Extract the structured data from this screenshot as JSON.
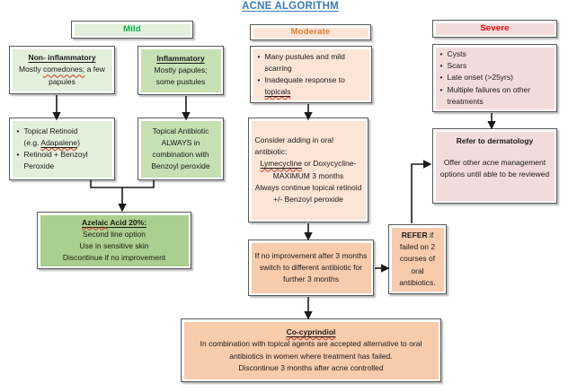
{
  "title": "ACNE ALGORITHM",
  "colors": {
    "title_blue": "#3a7cbe",
    "mild_accent": "#00b050",
    "moderate_accent": "#ed7d31",
    "severe_accent": "#ff0000",
    "green_light": "#e2efda",
    "green_mid": "#c6e0b4",
    "green_deep": "#a9d08e",
    "orange_light": "#fce4d6",
    "orange_mid": "#f8cbad",
    "pink_light": "#f2dcdb",
    "border_gray": "#595959"
  },
  "mild": {
    "header": "Mild",
    "non_inflammatory": {
      "title": "Non- inflammatory",
      "body_pre": "Mostly ",
      "body_word": "comedones;",
      "body_post": " a few papules"
    },
    "inflammatory": {
      "title": "Inflammatory",
      "body": "Mostly papules; some pustules"
    },
    "topical_retinoid": {
      "item1_line1": "Topical Retinoid",
      "item1_pre": "(e.g. ",
      "item1_word": "Adapalene",
      "item1_post": ")",
      "item2": "Retinoid + Benzoyl Peroxide"
    },
    "topical_antibiotic": {
      "body": "Topical Antibiotic ALWAYS in combination with Benzoyl peroxide"
    },
    "azelaic": {
      "title_word": "Azelaic",
      "title_rest": " Acid 20%:",
      "lines": [
        "Second line option",
        "Use in sensitive skin",
        "Discontinue if no improvement"
      ]
    }
  },
  "moderate": {
    "header": "Moderate",
    "symptoms": {
      "item1": "Many pustules and mild scarring",
      "item2_pre": "Inadequate response to ",
      "item2_word": "topicals"
    },
    "consider": {
      "p1": "Consider adding in oral antibiotic:",
      "p2_word": "Lymecycline",
      "p2_rest": " or Doxycycline- MAXIMUM 3 months",
      "p3": "Always continue topical retinoid +/- Benzoyl peroxide"
    },
    "no_improvement": {
      "body": "If no improvement after 3 months switch to different antibiotic for further 3 months"
    },
    "cocyprindiol": {
      "title": "Co-cyprindiol",
      "body1": "In combination with topical agents are accepted alternative to oral antibiotics in women where treatment has failed.",
      "body2": "Discontinue 3 months after acne controlled"
    }
  },
  "severe": {
    "header": "Severe",
    "symptoms": [
      "Cysts",
      "Scars",
      "Late onset (>25yrs)",
      "Multiple failures on other treatments"
    ],
    "refer_derm": {
      "title": "Refer to dermatology",
      "body": "Offer other acne management options until able to be reviewed"
    },
    "refer_if": {
      "bold": "REFER",
      "rest": " if failed on 2 courses of oral antibiotics."
    }
  }
}
